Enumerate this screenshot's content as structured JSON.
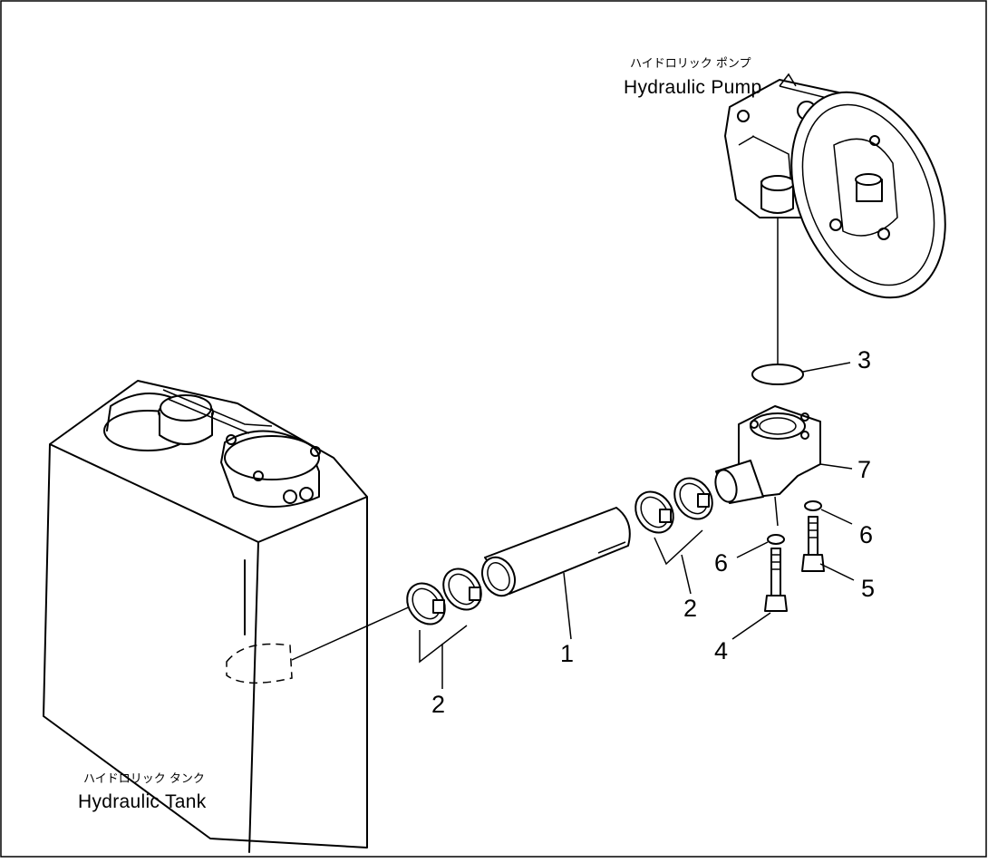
{
  "labels": {
    "pump_jp": "ハイドロリック ポンプ",
    "pump_en": "Hydraulic Pump",
    "tank_jp": "ハイドロリック タンク",
    "tank_en": "Hydraulic Tank"
  },
  "callouts": [
    {
      "id": "1",
      "text": "1"
    },
    {
      "id": "2a",
      "text": "2"
    },
    {
      "id": "2b",
      "text": "2"
    },
    {
      "id": "3",
      "text": "3"
    },
    {
      "id": "4",
      "text": "4"
    },
    {
      "id": "5",
      "text": "5"
    },
    {
      "id": "6a",
      "text": "6"
    },
    {
      "id": "6b",
      "text": "6"
    },
    {
      "id": "7",
      "text": "7"
    }
  ]
}
